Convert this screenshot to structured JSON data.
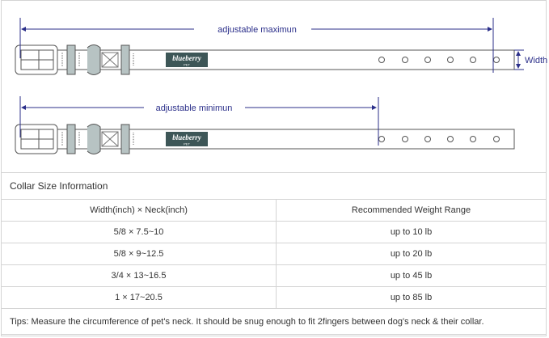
{
  "diagram": {
    "max_label": "adjustable maximun",
    "min_label": "adjustable minimun",
    "width_label": "Width",
    "brand_logo": "blueberry PET",
    "line_color": "#2b2f8a",
    "logo_color": "#3d5657"
  },
  "table": {
    "title": "Collar Size Information",
    "headers": [
      "Width(inch)  ×  Neck(inch)",
      "Recommended Weight Range"
    ],
    "rows": [
      [
        "5/8 × 7.5~10",
        "up to 10 lb"
      ],
      [
        "5/8 × 9~12.5",
        "up to 20 lb"
      ],
      [
        "3/4 × 13~16.5",
        "up to 45 lb"
      ],
      [
        "1 × 17~20.5",
        "up to 85 lb"
      ]
    ],
    "tips": "Tips: Measure the circumference of pet's neck. It should be snug enough to fit 2fingers between dog's neck & their collar."
  }
}
